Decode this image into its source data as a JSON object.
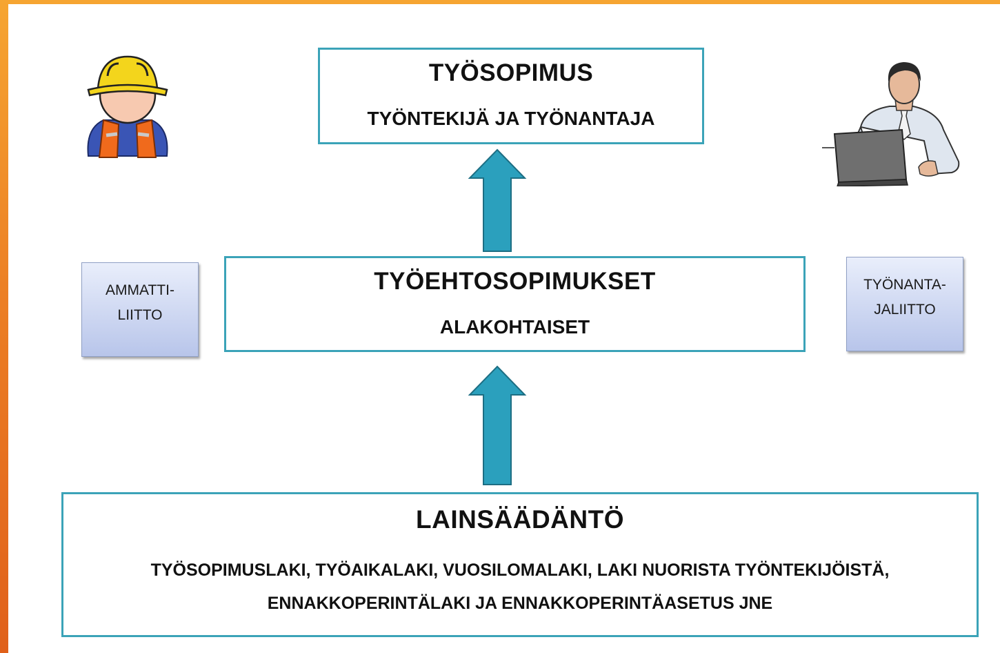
{
  "colors": {
    "frame_orange": "#ec7f24",
    "box_border": "#3ba3b8",
    "arrow_fill": "#2ba0bd",
    "arrow_stroke": "#1d6e83",
    "side_box_fill": "#c7d2f0"
  },
  "icons": {
    "worker": "construction-worker-icon",
    "employer": "office-worker-laptop-icon",
    "arrows": "up-arrow-icon"
  },
  "contract": {
    "title": "TYÖSOPIMUS",
    "subtitle": "TYÖNTEKIJÄ JA TYÖNANTAJA"
  },
  "collective": {
    "title": "TYÖEHTOSOPIMUKSET",
    "subtitle": "ALAKOHTAISET"
  },
  "legislation": {
    "title": "LAINSÄÄDÄNTÖ",
    "line1": "TYÖSOPIMUSLAKI, TYÖAIKALAKI, VUOSILOMALAKI, LAKI NUORISTA TYÖNTEKIJÖISTÄ,",
    "line2": "ENNAKKOPERINTÄLAKI JA ENNAKKOPERINTÄASETUS JNE"
  },
  "union": {
    "line1": "AMMATTI-",
    "line2": "LIITTO"
  },
  "employer_union": {
    "line1": "TYÖNANTA-",
    "line2": "JALIITTO"
  }
}
